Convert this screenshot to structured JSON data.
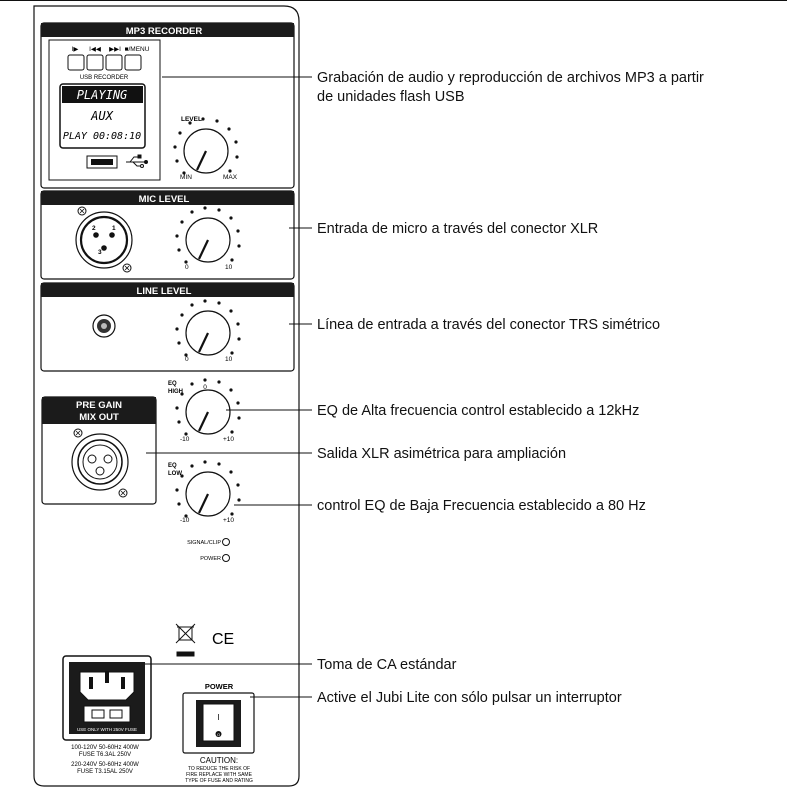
{
  "mp3": {
    "title": "MP3 RECORDER",
    "buttons": [
      "I▶",
      "I◀◀",
      "▶▶I",
      "■/MENU"
    ],
    "usb_label": "USB RECORDER",
    "display": {
      "line1": "PLAYING",
      "line2": "AUX",
      "line3": "PLAY 00:08:10"
    },
    "level_label": "LEVEL",
    "min_label": "MIN",
    "max_label": "MAX"
  },
  "mic": {
    "title": "MIC LEVEL",
    "pin2": "2",
    "pin3": "3",
    "pin1": "1",
    "knob_min": "0",
    "knob_max": "10"
  },
  "line": {
    "title": "LINE LEVEL",
    "knob_min": "0",
    "knob_max": "10"
  },
  "pregain": {
    "title_line1": "PRE GAIN",
    "title_line2": "MIX OUT",
    "eq_high_label1": "EQ",
    "eq_high_label2": "HIGH",
    "eq_high_center": "0",
    "eq_high_min": "-10",
    "eq_high_max": "+10",
    "eq_low_label1": "EQ",
    "eq_low_label2": "LOW",
    "eq_low_min": "-10",
    "eq_low_max": "+10",
    "signal_clip": "SIGNAL/CLIP",
    "power_led": "POWER"
  },
  "ac": {
    "fuse_strip": "USE ONLY WITH 250V FUSE",
    "spec_line1": "100-120V 50-60Hz 400W",
    "spec_line2": "FUSE T6.3AL 250V",
    "spec_line3": "220-240V 50-60Hz 400W",
    "spec_line4": "FUSE T3.15AL 250V"
  },
  "symbols": {
    "ce": "CE"
  },
  "switch": {
    "label": "POWER",
    "on_mark": "I",
    "off_mark": "O",
    "caution_title": "CAUTION:",
    "caution_line1": "TO REDUCE THE RISK OF",
    "caution_line2": "FIRE REPLACE WITH SAME",
    "caution_line3": "TYPE OF FUSE AND RATING"
  },
  "callouts": [
    {
      "line1": "Grabación de audio y reproducción de archivos MP3 a partir",
      "line2": "de unidades flash USB"
    },
    {
      "line1": "Entrada de micro a través del conector XLR"
    },
    {
      "line1": "Línea de entrada a través del conector TRS simétrico"
    },
    {
      "line1": "EQ de Alta frecuencia control establecido a 12kHz"
    },
    {
      "line1": "Salida XLR asimétrica para ampliación"
    },
    {
      "line1": "control EQ de Baja Frecuencia establecido a 80 Hz"
    },
    {
      "line1": "Toma de CA estándar"
    },
    {
      "line1": "Active el Jubi Lite con sólo pulsar un interruptor"
    }
  ]
}
